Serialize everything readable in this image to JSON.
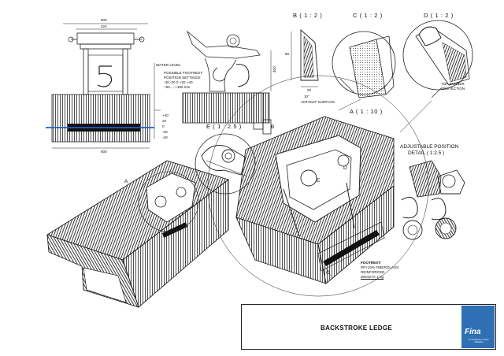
{
  "title_block": {
    "title": "BACKSTROKE LEDGE"
  },
  "logo": {
    "word": "Fina",
    "tagline": "Committed to Open Athletics"
  },
  "front_view": {
    "dim_top_outer": "800",
    "dim_top_inner": "424",
    "dim_bottom": "800",
    "water_level": "WATER LEVEL",
    "footrest_note": [
      "POSSIBLE FOOTREST",
      "POSITION SETTINGS:",
      "-40,-20 0 +20 +40",
      "+60.....+180 mm"
    ],
    "scale_marks": [
      "+40",
      "20",
      "0",
      "-20",
      "-40"
    ]
  },
  "side_view": {
    "dim_height": "400"
  },
  "details": {
    "b": "B ( 1 : 2 )",
    "c": "C ( 1 : 2 )",
    "d": "D ( 1 : 2 )",
    "e": "E ( 1 : 2.5 )",
    "a": "A ( 1 : 10 )",
    "b_dim_80": "80",
    "b_dim_20": "20",
    "b_dim_10": "10°"
  },
  "notes": {
    "antislip": "ANTISLIP SURFACE",
    "top_rubber": [
      "TOP RUBBER",
      "PROTECTION"
    ],
    "adjustable": [
      "ADJUSTABLE POSITION",
      "DETAIL ( 1:2.5 )"
    ],
    "footrest": [
      "FOOTREST:",
      "PP+10% FIBERGLASS",
      "REINFORCED",
      "WEIGHT: 1 kg"
    ]
  },
  "callouts": {
    "a": "A",
    "b": "B",
    "c": "C",
    "d": "D",
    "e": "E"
  }
}
